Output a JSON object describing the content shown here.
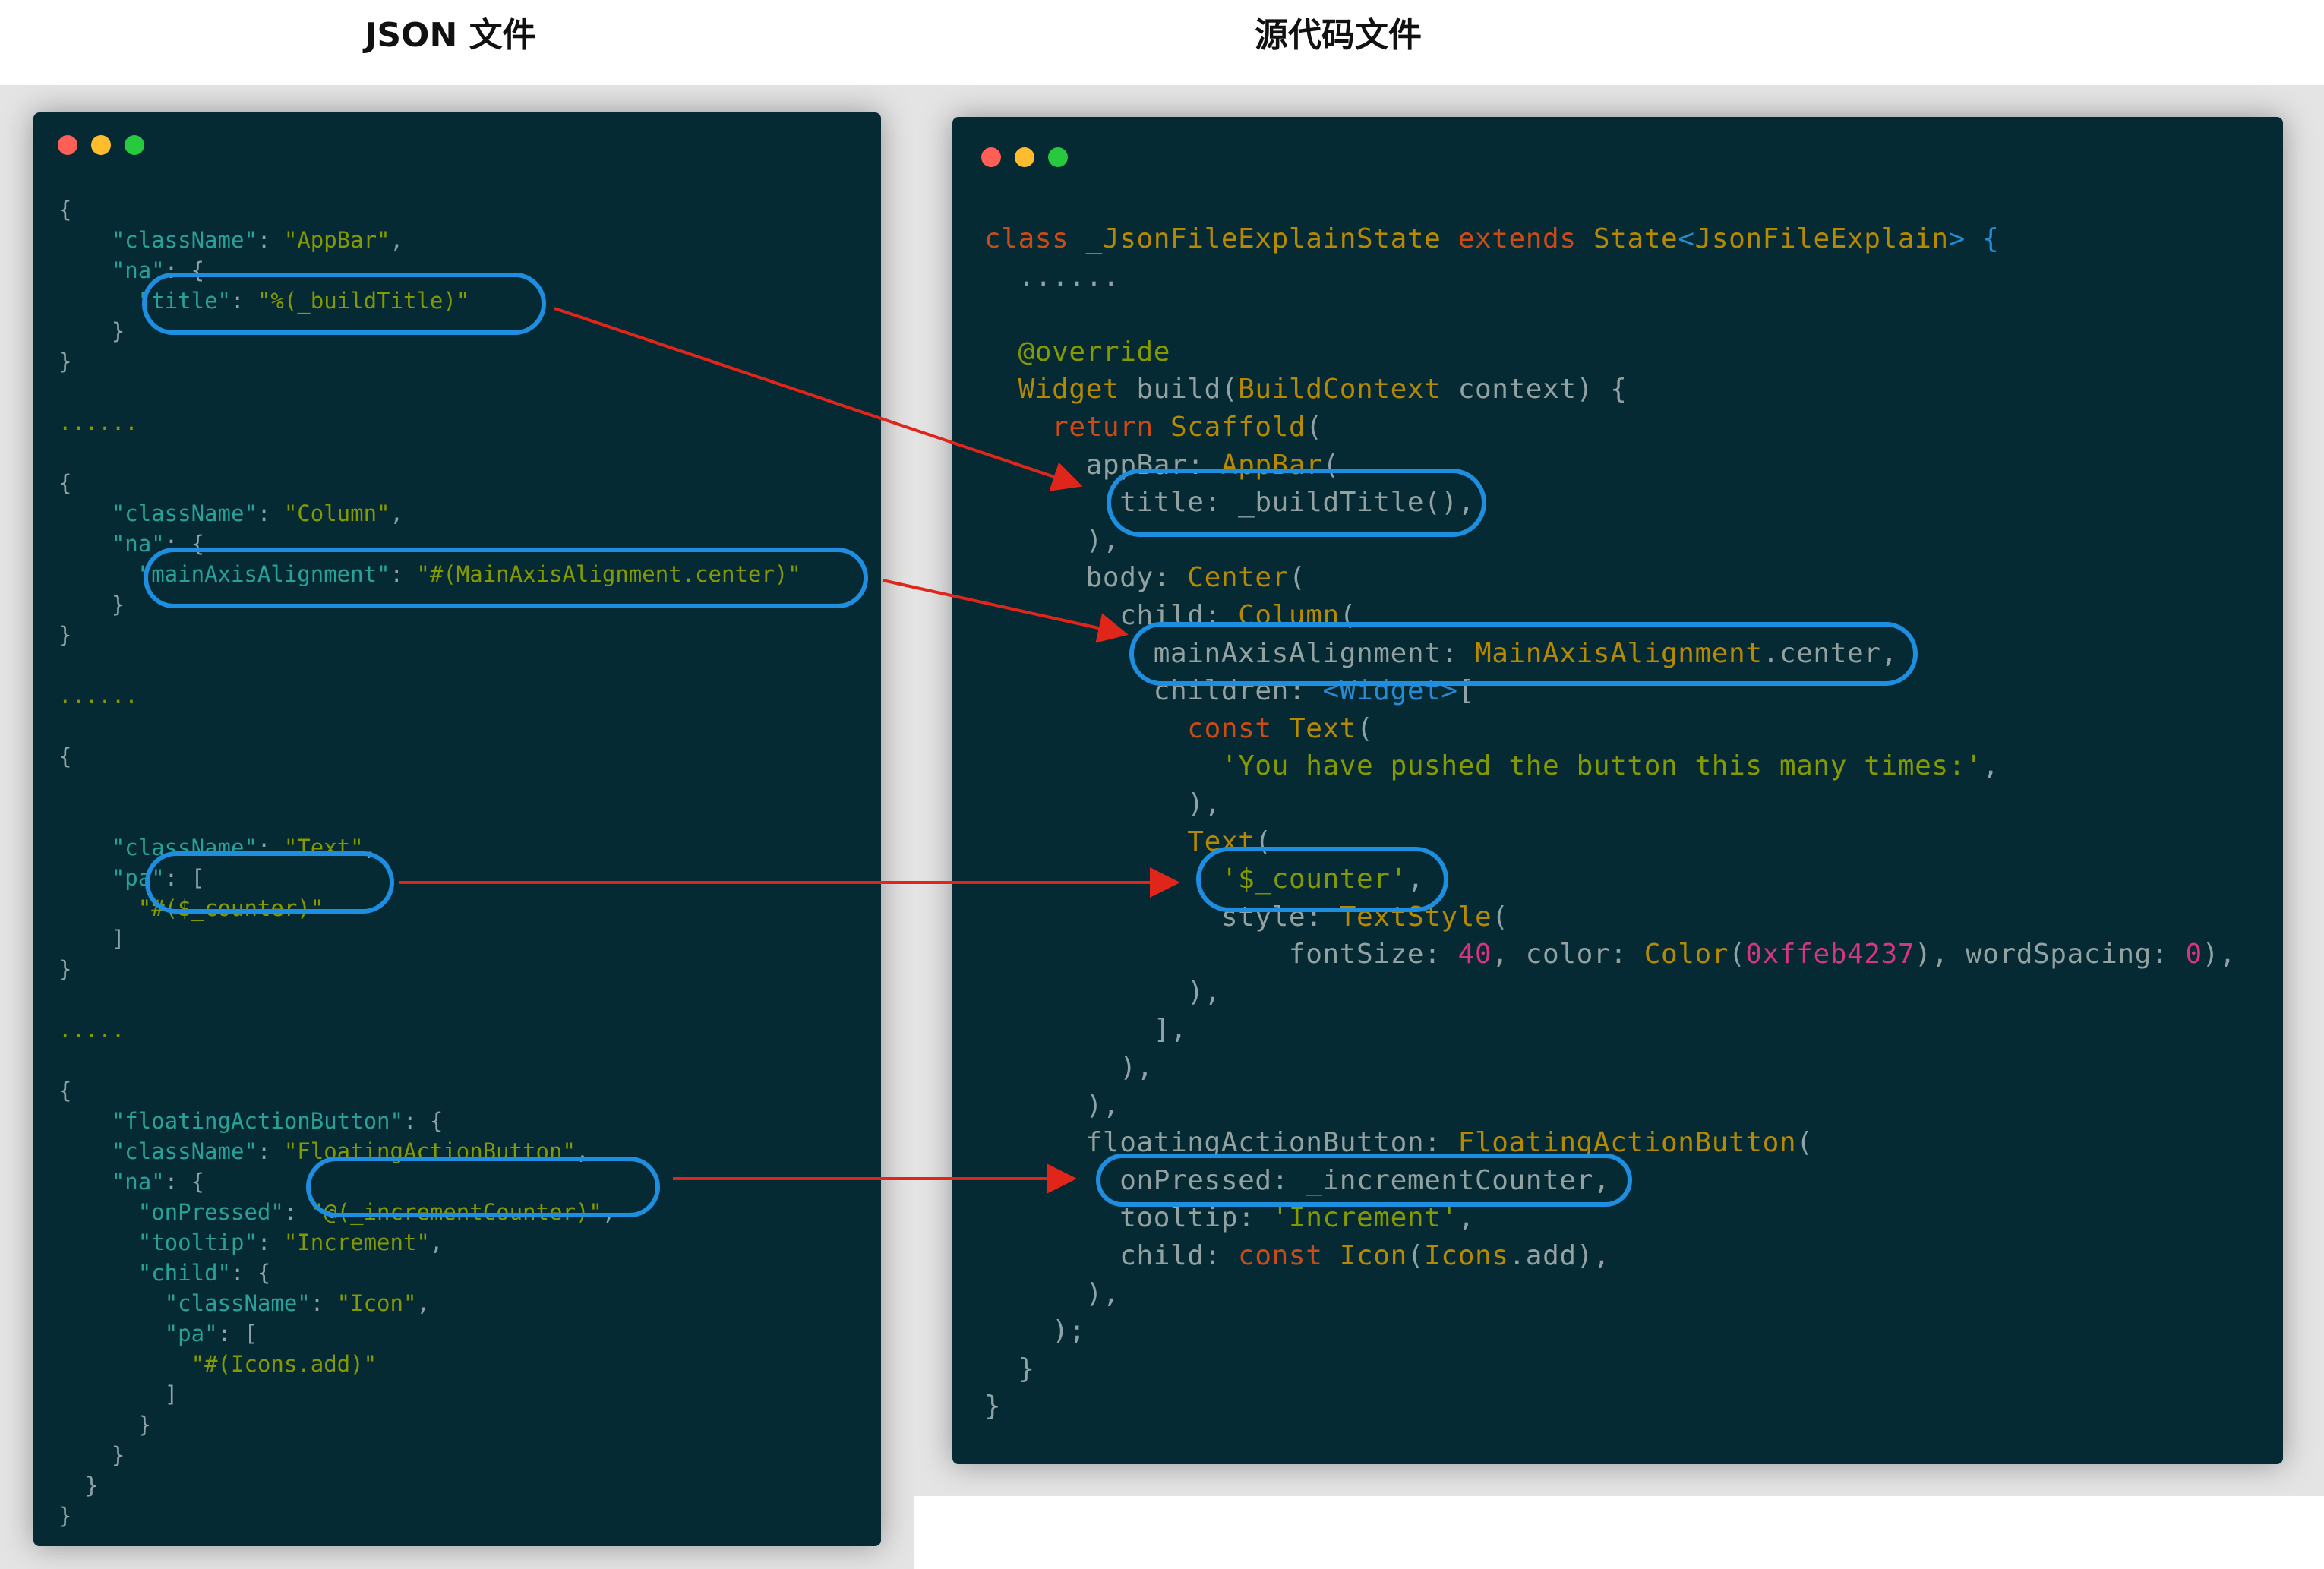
{
  "headings": {
    "left": "JSON 文件",
    "right": "源代码文件"
  },
  "window_dots": [
    "#ff5f56",
    "#ffbd2e",
    "#27c93f"
  ],
  "colors": {
    "window_bg": "#062a33",
    "highlight": "#1e8fe0",
    "arrow": "#e0261b"
  },
  "json_code": [
    [
      {
        "t": "{",
        "c": "pun"
      }
    ],
    [
      {
        "t": "    ",
        "c": "pun"
      },
      {
        "t": "\"className\"",
        "c": "str"
      },
      {
        "t": ": ",
        "c": "pun"
      },
      {
        "t": "\"AppBar\"",
        "c": "val"
      },
      {
        "t": ",",
        "c": "pun"
      }
    ],
    [
      {
        "t": "    ",
        "c": "pun"
      },
      {
        "t": "\"na\"",
        "c": "str"
      },
      {
        "t": ": {",
        "c": "pun"
      }
    ],
    [
      {
        "t": "      ",
        "c": "pun"
      },
      {
        "t": "\"title\"",
        "c": "str"
      },
      {
        "t": ": ",
        "c": "pun"
      },
      {
        "t": "\"%(_buildTitle)\"",
        "c": "val"
      }
    ],
    [
      {
        "t": "    }",
        "c": "pun"
      }
    ],
    [
      {
        "t": "}",
        "c": "pun"
      }
    ],
    [
      {
        "t": "",
        "c": "pun"
      }
    ],
    [
      {
        "t": "......",
        "c": "val"
      }
    ],
    [
      {
        "t": "",
        "c": "pun"
      }
    ],
    [
      {
        "t": "{",
        "c": "pun"
      }
    ],
    [
      {
        "t": "    ",
        "c": "pun"
      },
      {
        "t": "\"className\"",
        "c": "str"
      },
      {
        "t": ": ",
        "c": "pun"
      },
      {
        "t": "\"Column\"",
        "c": "val"
      },
      {
        "t": ",",
        "c": "pun"
      }
    ],
    [
      {
        "t": "    ",
        "c": "pun"
      },
      {
        "t": "\"na\"",
        "c": "str"
      },
      {
        "t": ": {",
        "c": "pun"
      }
    ],
    [
      {
        "t": "      ",
        "c": "pun"
      },
      {
        "t": "\"mainAxisAlignment\"",
        "c": "str"
      },
      {
        "t": ": ",
        "c": "pun"
      },
      {
        "t": "\"#(MainAxisAlignment.center)\"",
        "c": "val"
      }
    ],
    [
      {
        "t": "    }",
        "c": "pun"
      }
    ],
    [
      {
        "t": "}",
        "c": "pun"
      }
    ],
    [
      {
        "t": "",
        "c": "pun"
      }
    ],
    [
      {
        "t": "......",
        "c": "val"
      }
    ],
    [
      {
        "t": "",
        "c": "pun"
      }
    ],
    [
      {
        "t": "{",
        "c": "pun"
      }
    ],
    [
      {
        "t": "",
        "c": "pun"
      }
    ],
    [
      {
        "t": "",
        "c": "pun"
      }
    ],
    [
      {
        "t": "    ",
        "c": "pun"
      },
      {
        "t": "\"className\"",
        "c": "str"
      },
      {
        "t": ": ",
        "c": "pun"
      },
      {
        "t": "\"Text\"",
        "c": "val"
      },
      {
        "t": ",",
        "c": "pun"
      }
    ],
    [
      {
        "t": "    ",
        "c": "pun"
      },
      {
        "t": "\"pa\"",
        "c": "str"
      },
      {
        "t": ": [",
        "c": "pun"
      }
    ],
    [
      {
        "t": "      ",
        "c": "pun"
      },
      {
        "t": "\"#($_counter)\"",
        "c": "val"
      }
    ],
    [
      {
        "t": "    ]",
        "c": "pun"
      }
    ],
    [
      {
        "t": "}",
        "c": "pun"
      }
    ],
    [
      {
        "t": "",
        "c": "pun"
      }
    ],
    [
      {
        "t": ".....",
        "c": "val"
      }
    ],
    [
      {
        "t": "",
        "c": "pun"
      }
    ],
    [
      {
        "t": "{",
        "c": "pun"
      }
    ],
    [
      {
        "t": "    ",
        "c": "pun"
      },
      {
        "t": "\"floatingActionButton\"",
        "c": "str"
      },
      {
        "t": ": {",
        "c": "pun"
      }
    ],
    [
      {
        "t": "    ",
        "c": "pun"
      },
      {
        "t": "\"className\"",
        "c": "str"
      },
      {
        "t": ": ",
        "c": "pun"
      },
      {
        "t": "\"FloatingActionButton\"",
        "c": "val"
      },
      {
        "t": ",",
        "c": "pun"
      }
    ],
    [
      {
        "t": "    ",
        "c": "pun"
      },
      {
        "t": "\"na\"",
        "c": "str"
      },
      {
        "t": ": {",
        "c": "pun"
      }
    ],
    [
      {
        "t": "      ",
        "c": "pun"
      },
      {
        "t": "\"onPressed\"",
        "c": "str"
      },
      {
        "t": ": ",
        "c": "pun"
      },
      {
        "t": "\"@(_incrementCounter)\"",
        "c": "val"
      },
      {
        "t": ",",
        "c": "pun"
      }
    ],
    [
      {
        "t": "      ",
        "c": "pun"
      },
      {
        "t": "\"tooltip\"",
        "c": "str"
      },
      {
        "t": ": ",
        "c": "pun"
      },
      {
        "t": "\"Increment\"",
        "c": "val"
      },
      {
        "t": ",",
        "c": "pun"
      }
    ],
    [
      {
        "t": "      ",
        "c": "pun"
      },
      {
        "t": "\"child\"",
        "c": "str"
      },
      {
        "t": ": {",
        "c": "pun"
      }
    ],
    [
      {
        "t": "        ",
        "c": "pun"
      },
      {
        "t": "\"className\"",
        "c": "str"
      },
      {
        "t": ": ",
        "c": "pun"
      },
      {
        "t": "\"Icon\"",
        "c": "val"
      },
      {
        "t": ",",
        "c": "pun"
      }
    ],
    [
      {
        "t": "        ",
        "c": "pun"
      },
      {
        "t": "\"pa\"",
        "c": "str"
      },
      {
        "t": ": [",
        "c": "pun"
      }
    ],
    [
      {
        "t": "          ",
        "c": "pun"
      },
      {
        "t": "\"#(Icons.add)\"",
        "c": "val"
      }
    ],
    [
      {
        "t": "        ]",
        "c": "pun"
      }
    ],
    [
      {
        "t": "      }",
        "c": "pun"
      }
    ],
    [
      {
        "t": "    }",
        "c": "pun"
      }
    ],
    [
      {
        "t": "  }",
        "c": "pun"
      }
    ],
    [
      {
        "t": "}",
        "c": "pun"
      }
    ]
  ],
  "dart_code": [
    [
      {
        "t": "class ",
        "c": "kw"
      },
      {
        "t": "_JsonFileExplainState ",
        "c": "cls"
      },
      {
        "t": "extends ",
        "c": "kw"
      },
      {
        "t": "State",
        "c": "cls"
      },
      {
        "t": "<",
        "c": "sym"
      },
      {
        "t": "JsonFileExplain",
        "c": "cls"
      },
      {
        "t": "> {",
        "c": "sym"
      }
    ],
    [
      {
        "t": "  ......",
        "c": "pun"
      }
    ],
    [
      {
        "t": "",
        "c": "pun"
      }
    ],
    [
      {
        "t": "  @override",
        "c": "val"
      }
    ],
    [
      {
        "t": "  ",
        "c": "pun"
      },
      {
        "t": "Widget ",
        "c": "cls"
      },
      {
        "t": "build(",
        "c": "id"
      },
      {
        "t": "BuildContext ",
        "c": "cls"
      },
      {
        "t": "context) {",
        "c": "id"
      }
    ],
    [
      {
        "t": "    ",
        "c": "pun"
      },
      {
        "t": "return ",
        "c": "kw"
      },
      {
        "t": "Scaffold",
        "c": "cls"
      },
      {
        "t": "(",
        "c": "pun"
      }
    ],
    [
      {
        "t": "      appBar: ",
        "c": "id"
      },
      {
        "t": "AppBar",
        "c": "cls"
      },
      {
        "t": "(",
        "c": "pun"
      }
    ],
    [
      {
        "t": "        title: _buildTitle(),",
        "c": "id"
      }
    ],
    [
      {
        "t": "      ),",
        "c": "pun"
      }
    ],
    [
      {
        "t": "      body: ",
        "c": "id"
      },
      {
        "t": "Center",
        "c": "cls"
      },
      {
        "t": "(",
        "c": "pun"
      }
    ],
    [
      {
        "t": "        child: ",
        "c": "id"
      },
      {
        "t": "Column",
        "c": "cls"
      },
      {
        "t": "(",
        "c": "pun"
      }
    ],
    [
      {
        "t": "          mainAxisAlignment: ",
        "c": "id"
      },
      {
        "t": "MainAxisAlignment",
        "c": "cls"
      },
      {
        "t": ".center,",
        "c": "id"
      }
    ],
    [
      {
        "t": "          children: ",
        "c": "id"
      },
      {
        "t": "<Widget>",
        "c": "sym"
      },
      {
        "t": "[",
        "c": "pun"
      }
    ],
    [
      {
        "t": "            ",
        "c": "pun"
      },
      {
        "t": "const ",
        "c": "kw"
      },
      {
        "t": "Text",
        "c": "cls"
      },
      {
        "t": "(",
        "c": "pun"
      }
    ],
    [
      {
        "t": "              ",
        "c": "pun"
      },
      {
        "t": "'You have pushed the button this many times:'",
        "c": "val"
      },
      {
        "t": ",",
        "c": "pun"
      }
    ],
    [
      {
        "t": "            ),",
        "c": "pun"
      }
    ],
    [
      {
        "t": "            ",
        "c": "pun"
      },
      {
        "t": "Text",
        "c": "cls"
      },
      {
        "t": "(",
        "c": "pun"
      }
    ],
    [
      {
        "t": "              ",
        "c": "pun"
      },
      {
        "t": "'$_counter'",
        "c": "val"
      },
      {
        "t": ",",
        "c": "pun"
      }
    ],
    [
      {
        "t": "              style: ",
        "c": "id"
      },
      {
        "t": "TextStyle",
        "c": "cls"
      },
      {
        "t": "(",
        "c": "pun"
      }
    ],
    [
      {
        "t": "                  fontSize: ",
        "c": "id"
      },
      {
        "t": "40",
        "c": "num"
      },
      {
        "t": ", color: ",
        "c": "id"
      },
      {
        "t": "Color",
        "c": "cls"
      },
      {
        "t": "(",
        "c": "pun"
      },
      {
        "t": "0xffeb4237",
        "c": "num"
      },
      {
        "t": "), wordSpacing: ",
        "c": "id"
      },
      {
        "t": "0",
        "c": "num"
      },
      {
        "t": "),",
        "c": "pun"
      }
    ],
    [
      {
        "t": "            ),",
        "c": "pun"
      }
    ],
    [
      {
        "t": "          ],",
        "c": "pun"
      }
    ],
    [
      {
        "t": "        ),",
        "c": "pun"
      }
    ],
    [
      {
        "t": "      ),",
        "c": "pun"
      }
    ],
    [
      {
        "t": "      floatingActionButton: ",
        "c": "id"
      },
      {
        "t": "FloatingActionButton",
        "c": "cls"
      },
      {
        "t": "(",
        "c": "pun"
      }
    ],
    [
      {
        "t": "        onPressed: _incrementCounter,",
        "c": "id"
      }
    ],
    [
      {
        "t": "        tooltip: ",
        "c": "id"
      },
      {
        "t": "'Increment'",
        "c": "val"
      },
      {
        "t": ",",
        "c": "pun"
      }
    ],
    [
      {
        "t": "        child: ",
        "c": "id"
      },
      {
        "t": "const ",
        "c": "kw"
      },
      {
        "t": "Icon",
        "c": "cls"
      },
      {
        "t": "(",
        "c": "pun"
      },
      {
        "t": "Icons",
        "c": "cls"
      },
      {
        "t": ".add),",
        "c": "id"
      }
    ],
    [
      {
        "t": "      ),",
        "c": "pun"
      }
    ],
    [
      {
        "t": "    );",
        "c": "pun"
      }
    ],
    [
      {
        "t": "  }",
        "c": "pun"
      }
    ],
    [
      {
        "t": "}",
        "c": "pun"
      }
    ]
  ]
}
